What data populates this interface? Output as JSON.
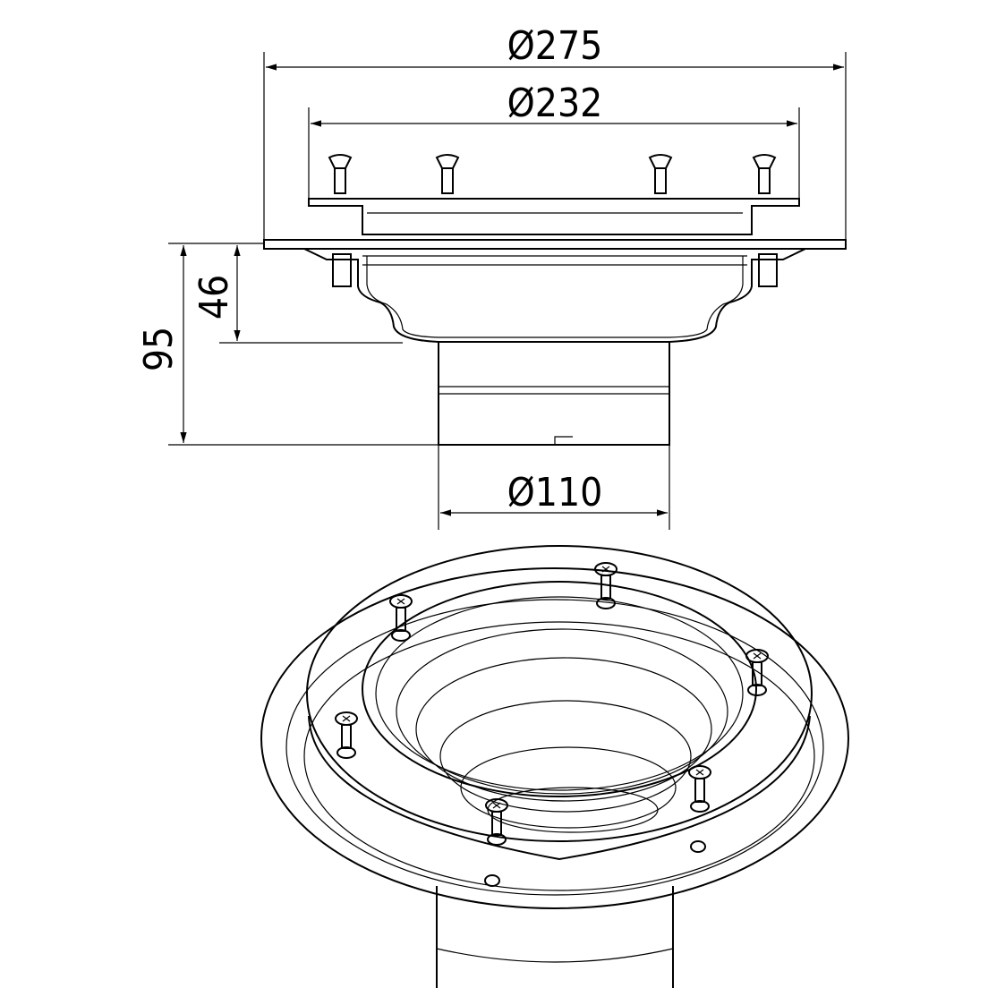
{
  "drawing": {
    "dimensions": {
      "outer_flange_diameter": "Ø275",
      "inner_ring_diameter": "Ø232",
      "flange_to_body_height": "46",
      "total_height": "95",
      "outlet_diameter": "Ø110"
    },
    "views": [
      "side-section",
      "isometric"
    ]
  }
}
